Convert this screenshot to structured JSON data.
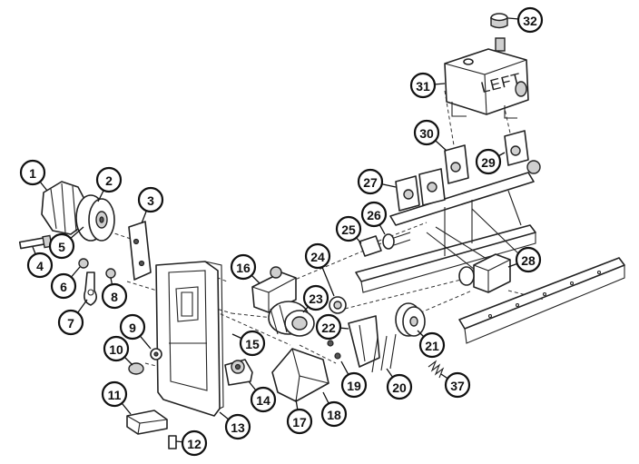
{
  "diagram": {
    "box_label": "LEFT",
    "callouts": [
      {
        "id": "1",
        "label": "1"
      },
      {
        "id": "2",
        "label": "2"
      },
      {
        "id": "3",
        "label": "3"
      },
      {
        "id": "4",
        "label": "4"
      },
      {
        "id": "5",
        "label": "5"
      },
      {
        "id": "6",
        "label": "6"
      },
      {
        "id": "7",
        "label": "7"
      },
      {
        "id": "8",
        "label": "8"
      },
      {
        "id": "9",
        "label": "9"
      },
      {
        "id": "10",
        "label": "10"
      },
      {
        "id": "11",
        "label": "11"
      },
      {
        "id": "12",
        "label": "12"
      },
      {
        "id": "13",
        "label": "13"
      },
      {
        "id": "14",
        "label": "14"
      },
      {
        "id": "15",
        "label": "15"
      },
      {
        "id": "16",
        "label": "16"
      },
      {
        "id": "17",
        "label": "17"
      },
      {
        "id": "18",
        "label": "18"
      },
      {
        "id": "19",
        "label": "19"
      },
      {
        "id": "20",
        "label": "20"
      },
      {
        "id": "21",
        "label": "21"
      },
      {
        "id": "22",
        "label": "22"
      },
      {
        "id": "23",
        "label": "23"
      },
      {
        "id": "24",
        "label": "24"
      },
      {
        "id": "25",
        "label": "25"
      },
      {
        "id": "26",
        "label": "26"
      },
      {
        "id": "27",
        "label": "27"
      },
      {
        "id": "28",
        "label": "28"
      },
      {
        "id": "29",
        "label": "29"
      },
      {
        "id": "30",
        "label": "30"
      },
      {
        "id": "31",
        "label": "31"
      },
      {
        "id": "32",
        "label": "32"
      },
      {
        "id": "37",
        "label": "37"
      }
    ]
  }
}
